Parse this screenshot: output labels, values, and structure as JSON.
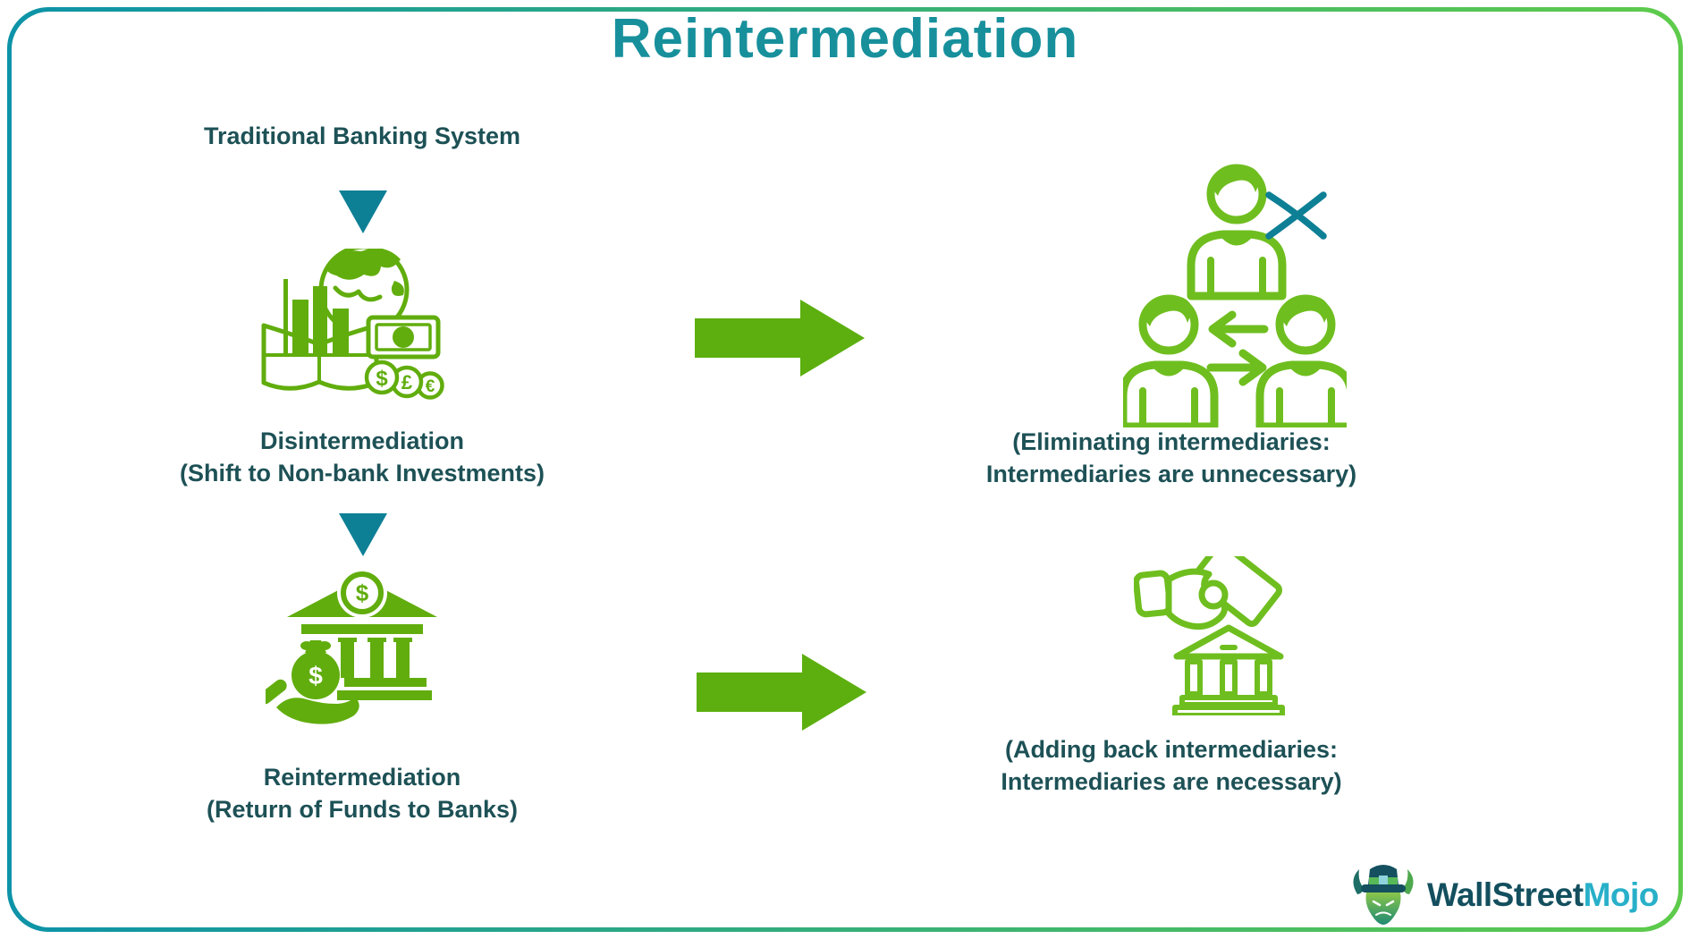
{
  "title": "Reintermediation",
  "left_flow": {
    "step1": "Traditional Banking System",
    "step2_title": "Disintermediation",
    "step2_sub": "(Shift to Non-bank Investments)",
    "step3_title": "Reintermediation",
    "step3_sub": "(Return of Funds to Banks)"
  },
  "right_captions": {
    "c1_line1": "(Eliminating intermediaries:",
    "c1_line2": "Intermediaries are unnecessary)",
    "c2_line1": "(Adding back intermediaries:",
    "c2_line2": "Intermediaries are necessary)"
  },
  "icon_text": {
    "coin_dollar": "$",
    "coin_pound": "£",
    "coin_euro": "€",
    "pediment_dollar": "$",
    "bag_dollar": "$"
  },
  "icons": {
    "left_step2": "non-bank-investments-icon",
    "left_step3": "bank-deposit-icon",
    "right_top": "peer-to-peer-people-icon",
    "right_bottom": "hand-funding-bank-icon",
    "connectors": [
      "down-triangle-icon",
      "right-arrow-icon"
    ],
    "crossed_out": "cross-icon"
  },
  "logo": {
    "part1": "WallStreet",
    "part2": "Mojo",
    "mascot": "bull-mascot-icon"
  },
  "colors": {
    "title": "#17909c",
    "body_text": "#1d5156",
    "icon_green_fill": "#61ad0d",
    "icon_green_outline": "#6fbe1f",
    "arrow_green": "#5caf0e",
    "teal_accent": "#0e8096",
    "border_teal": "#0d93a8",
    "border_green": "#5ecb4b",
    "logo_dark": "#134f5e",
    "logo_cyan": "#28b0c9"
  }
}
